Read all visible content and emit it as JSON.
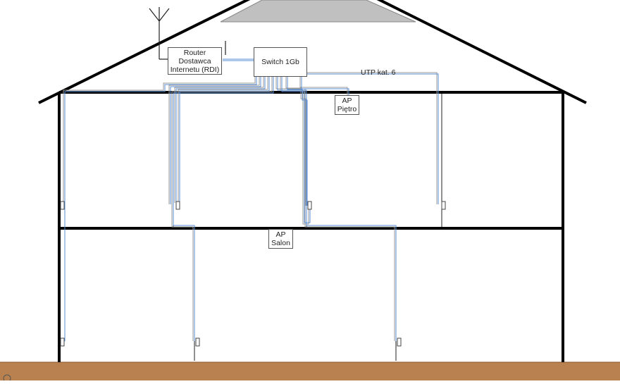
{
  "devices": {
    "router": {
      "lines": [
        "Router",
        "Dostawca",
        "Internetu (RDI)"
      ]
    },
    "switch": {
      "label": "Switch 1Gb"
    },
    "ap_pietro": {
      "lines": [
        "AP",
        "Piętro"
      ]
    },
    "ap_salon": {
      "lines": [
        "AP",
        "Salon"
      ]
    }
  },
  "cable_label": "UTP kat. 6",
  "colors": {
    "wall": "#000000",
    "cable": "#5b8fd6",
    "ground": "#b8814f",
    "attic": "#c0c0c0",
    "box_border": "#555555"
  }
}
